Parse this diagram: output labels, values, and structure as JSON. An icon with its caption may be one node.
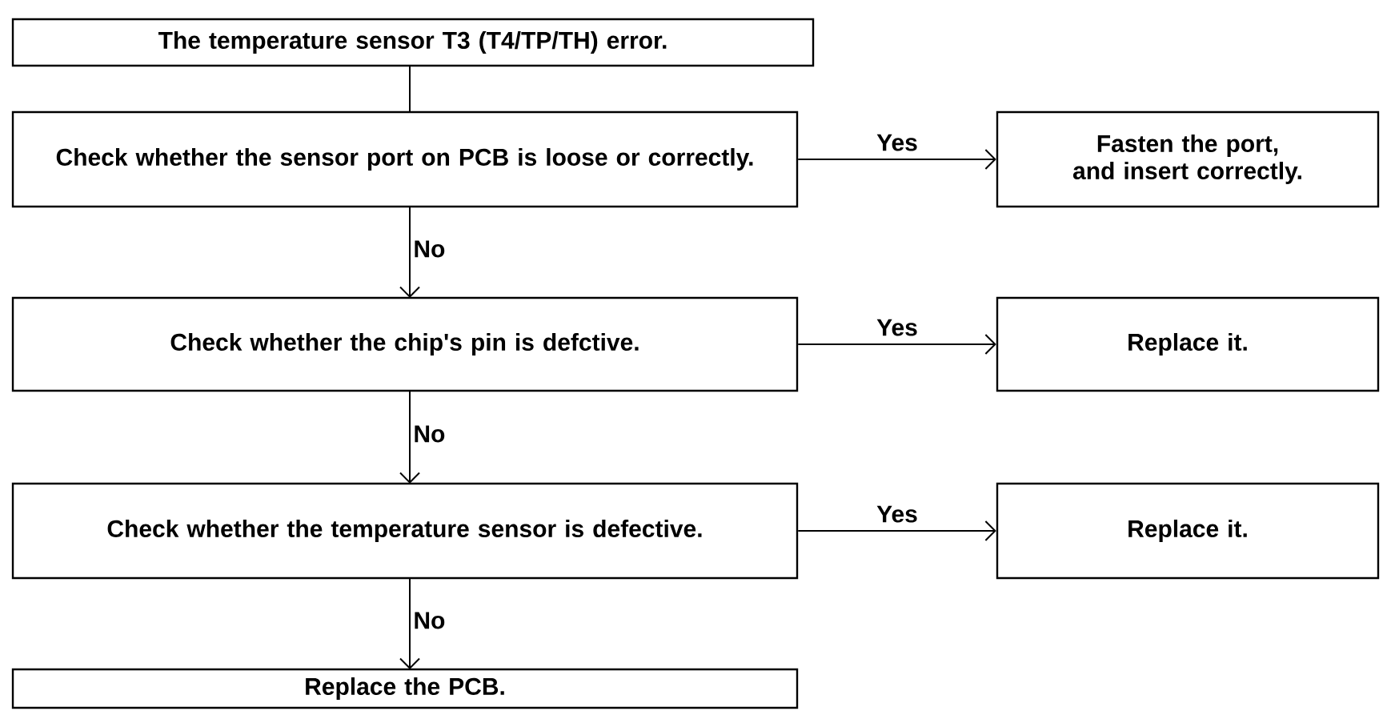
{
  "diagram": {
    "nodes": [
      {
        "text": [
          "The temperature sensor T3 (T4/TP/TH) error."
        ]
      },
      {
        "text": [
          "Check whether the sensor port on PCB is loose or correctly."
        ]
      },
      {
        "text": [
          "Fasten the port, and insert correctly."
        ]
      },
      {
        "text": [
          "Check whether the chip's pin is defctive."
        ]
      },
      {
        "text": [
          "Replace it."
        ]
      },
      {
        "text": [
          "Check whether the temperature sensor is defective."
        ]
      },
      {
        "text": [
          "Replace it."
        ]
      },
      {
        "text": [
          "Replace the PCB."
        ]
      }
    ],
    "edges": [
      {
        "from": 0,
        "to": 1,
        "arrow": "none"
      },
      {
        "from": 1,
        "to": 2,
        "arrow": "to",
        "label": "Yes"
      },
      {
        "from": 1,
        "to": 3,
        "arrow": "to",
        "label": "No"
      },
      {
        "from": 3,
        "to": 4,
        "arrow": "to",
        "label": "Yes"
      },
      {
        "from": 3,
        "to": 5,
        "arrow": "to",
        "label": "No"
      },
      {
        "from": 5,
        "to": 6,
        "arrow": "to",
        "label": "Yes"
      },
      {
        "from": 5,
        "to": 7,
        "arrow": "to",
        "label": "No"
      }
    ]
  }
}
